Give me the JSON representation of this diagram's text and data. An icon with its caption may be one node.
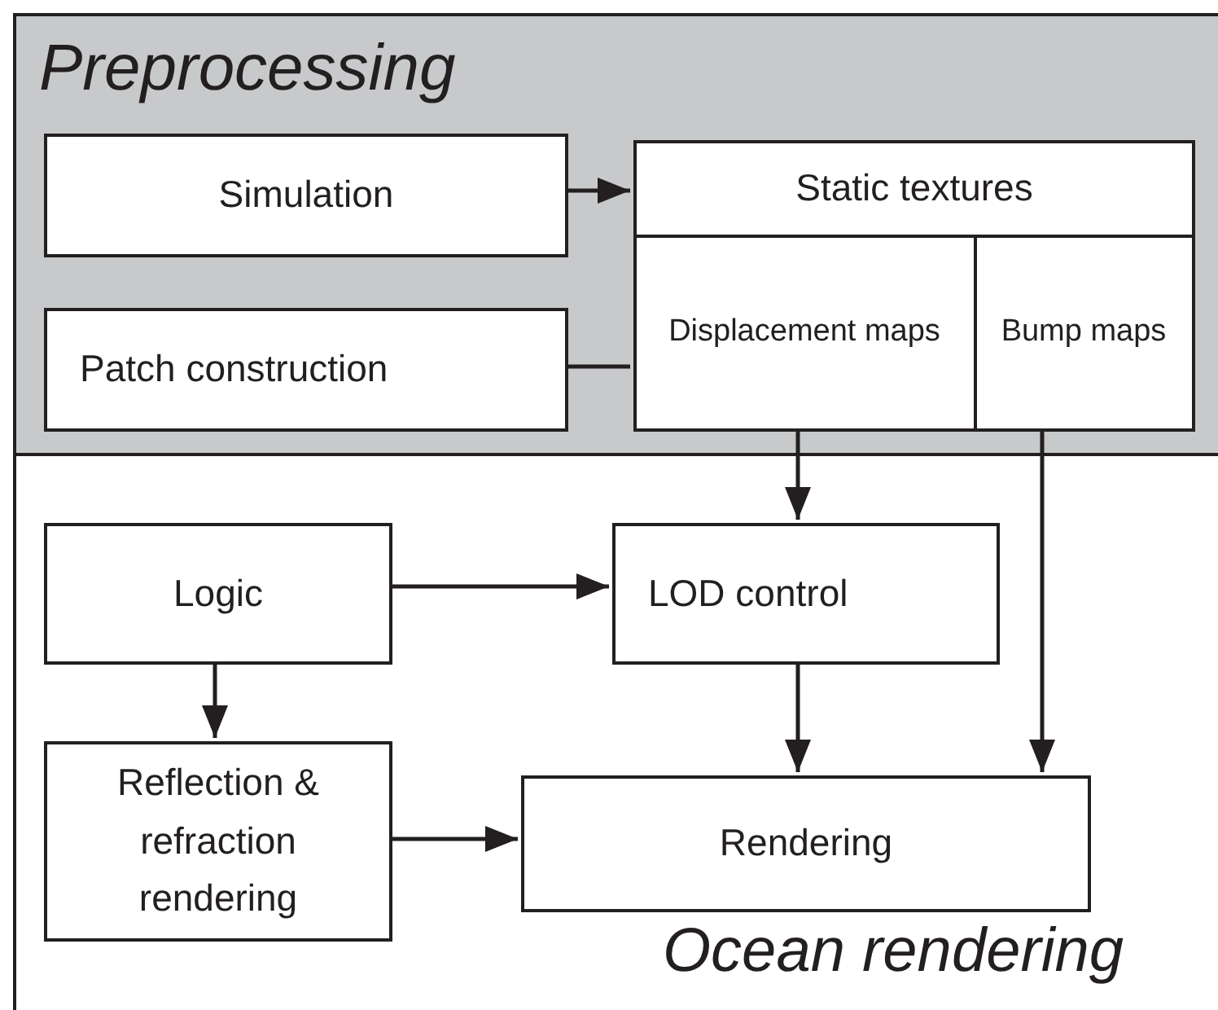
{
  "diagram": {
    "nodes": [
      {
        "text": [
          "Preprocessing"
        ]
      },
      {
        "text": [
          "Simulation"
        ],
        "in": 0
      },
      {
        "text": [
          "Patch construction"
        ],
        "in": 0
      },
      {
        "text": [
          "Static textures"
        ],
        "in": 0
      },
      {
        "text": [
          "Displacement maps"
        ],
        "in": 3
      },
      {
        "text": [
          "Bump maps"
        ],
        "in": 3
      },
      {
        "text": [
          "Ocean rendering"
        ]
      },
      {
        "text": [
          "Logic"
        ],
        "in": 6
      },
      {
        "text": [
          "LOD control"
        ],
        "in": 6
      },
      {
        "text": [
          "Reflection & refraction rendering"
        ],
        "in": 6
      },
      {
        "text": [
          "Rendering"
        ],
        "in": 6
      }
    ],
    "edges": [
      {
        "from": 1,
        "to": 3,
        "arrow": "to"
      },
      {
        "from": 2,
        "to": 4,
        "arrow": "none"
      },
      {
        "from": 4,
        "to": 8,
        "arrow": "to"
      },
      {
        "from": 5,
        "to": 10,
        "arrow": "to"
      },
      {
        "from": 7,
        "to": 8,
        "arrow": "to"
      },
      {
        "from": 7,
        "to": 9,
        "arrow": "to"
      },
      {
        "from": 8,
        "to": 10,
        "arrow": "to"
      },
      {
        "from": 9,
        "to": 10,
        "arrow": "to"
      }
    ]
  }
}
